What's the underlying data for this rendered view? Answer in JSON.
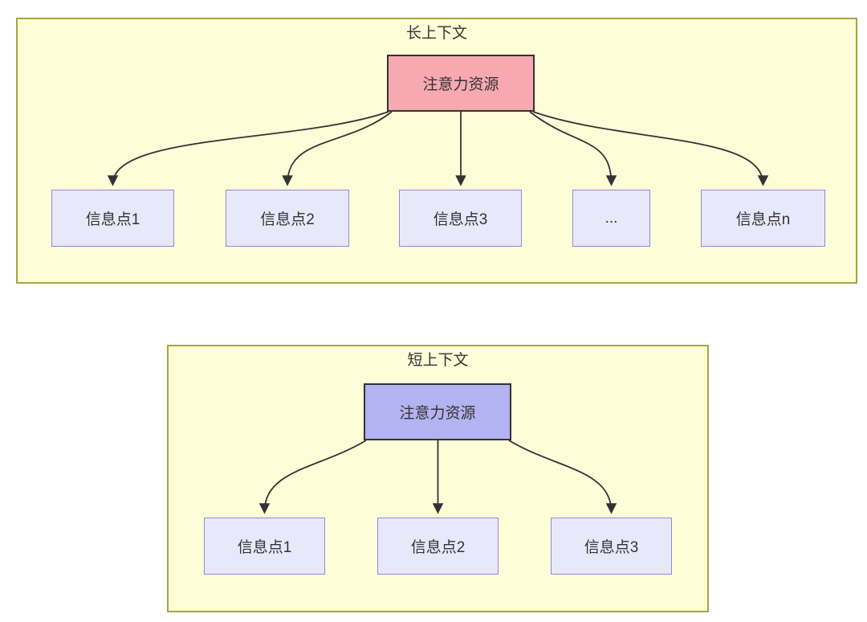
{
  "colors": {
    "panel_fill": "#fdfdd8",
    "panel_border": "#a6a63f",
    "attention_long_fill": "#f7a8b0",
    "attention_short_fill": "#b3b3f2",
    "info_fill": "#e8e8fb",
    "info_border": "#9a86d8",
    "arrow": "#333333",
    "text": "#333333"
  },
  "panels": [
    {
      "title": "长上下文",
      "attention": {
        "label": "注意力资源"
      },
      "info_boxes": [
        {
          "label": "信息点1"
        },
        {
          "label": "信息点2"
        },
        {
          "label": "信息点3"
        },
        {
          "label": "..."
        },
        {
          "label": "信息点n"
        }
      ]
    },
    {
      "title": "短上下文",
      "attention": {
        "label": "注意力资源"
      },
      "info_boxes": [
        {
          "label": "信息点1"
        },
        {
          "label": "信息点2"
        },
        {
          "label": "信息点3"
        }
      ]
    }
  ]
}
